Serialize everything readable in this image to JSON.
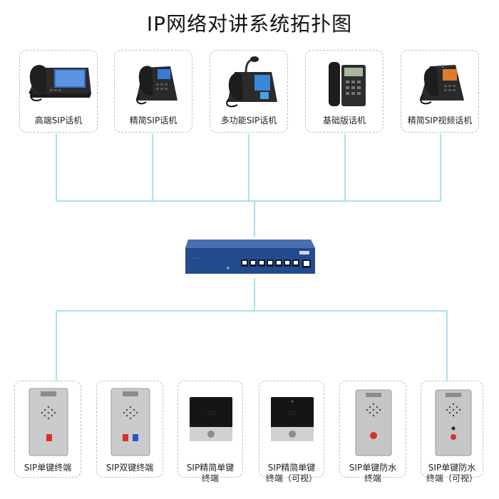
{
  "title": "IP网络对讲系统拓扑图",
  "top_devices": [
    {
      "label": "高端SIP话机",
      "icon": "phone-touchscreen-icon"
    },
    {
      "label": "精简SIP话机",
      "icon": "phone-basic-display-icon"
    },
    {
      "label": "多功能SIP话机",
      "icon": "phone-gooseneck-icon"
    },
    {
      "label": "基础版话机",
      "icon": "phone-simple-icon"
    },
    {
      "label": "精简SIP视频话机",
      "icon": "phone-video-icon"
    }
  ],
  "center": {
    "icon": "network-switch-icon"
  },
  "bottom_devices": [
    {
      "line1": "SIP单键终端",
      "line2": "",
      "icon": "intercom-panel-icon"
    },
    {
      "line1": "SIP双键终端",
      "line2": "",
      "icon": "intercom-panel-two-button-icon"
    },
    {
      "line1": "SIP精简单键",
      "line2": "终端",
      "icon": "intercom-slim-icon"
    },
    {
      "line1": "SIP精简单键",
      "line2": "终端（可视）",
      "icon": "intercom-slim-camera-icon"
    },
    {
      "line1": "SIP单键防水",
      "line2": "终端",
      "icon": "intercom-waterproof-icon"
    },
    {
      "line1": "SIP单键防水",
      "line2": "终端（可视）",
      "icon": "intercom-waterproof-camera-icon"
    }
  ],
  "colors": {
    "link": "#8fd6e6",
    "card_border": "#bdbdbd",
    "switch_body": "#274a8a"
  }
}
